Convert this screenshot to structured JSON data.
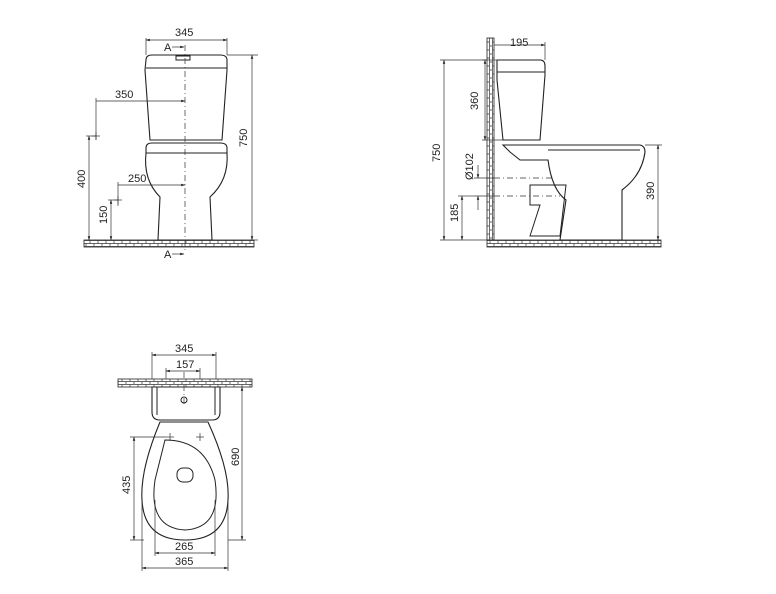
{
  "front_view": {
    "dim_width": "345",
    "dim_height": "750",
    "dim_inlet_offset": "350",
    "dim_inlet_height": "400",
    "dim_outlet_offset": "250",
    "dim_outlet_height": "150",
    "section_top": "A",
    "section_bottom": "A"
  },
  "side_view": {
    "dim_tank_depth": "195",
    "dim_tank_height": "360",
    "dim_total_height": "750",
    "dim_pipe_diameter": "Ø102",
    "dim_outlet_height": "185",
    "dim_seat_height": "390"
  },
  "top_view": {
    "dim_tank_width": "345",
    "dim_fixing_spacing": "157",
    "dim_depth": "690",
    "dim_bowl_depth": "435",
    "dim_bowl_inner_width": "265",
    "dim_bowl_outer_width": "365"
  }
}
